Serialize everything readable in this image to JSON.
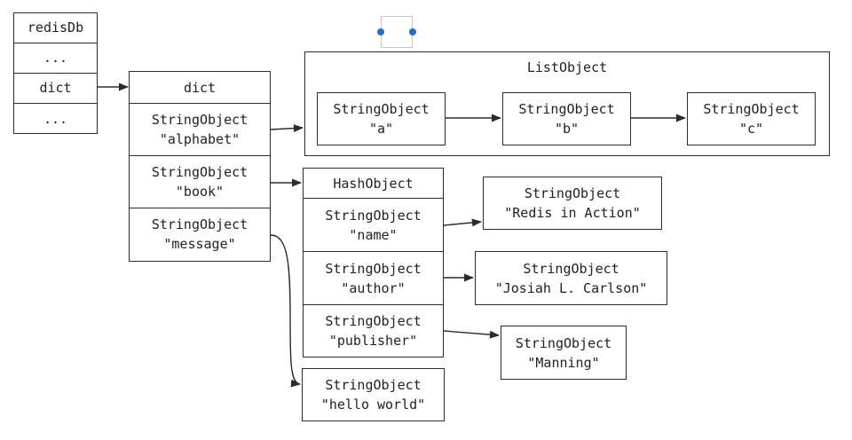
{
  "redisDb": {
    "cells": [
      "redisDb",
      "...",
      "dict",
      "..."
    ]
  },
  "dict": {
    "header": "dict",
    "entries": [
      {
        "type": "StringObject",
        "value": "\"alphabet\""
      },
      {
        "type": "StringObject",
        "value": "\"book\""
      },
      {
        "type": "StringObject",
        "value": "\"message\""
      }
    ]
  },
  "list": {
    "title": "ListObject",
    "items": [
      {
        "type": "StringObject",
        "value": "\"a\""
      },
      {
        "type": "StringObject",
        "value": "\"b\""
      },
      {
        "type": "StringObject",
        "value": "\"c\""
      }
    ]
  },
  "hash": {
    "header": "HashObject",
    "keys": [
      {
        "type": "StringObject",
        "value": "\"name\""
      },
      {
        "type": "StringObject",
        "value": "\"author\""
      },
      {
        "type": "StringObject",
        "value": "\"publisher\""
      }
    ],
    "values": [
      {
        "type": "StringObject",
        "value": "\"Redis in Action\""
      },
      {
        "type": "StringObject",
        "value": "\"Josiah L. Carlson\""
      },
      {
        "type": "StringObject",
        "value": "\"Manning\""
      }
    ]
  },
  "message_value": {
    "type": "StringObject",
    "value": "\"hello world\""
  },
  "colors": {
    "line": "#2b2b2b",
    "handle": "#1f6fc6"
  }
}
